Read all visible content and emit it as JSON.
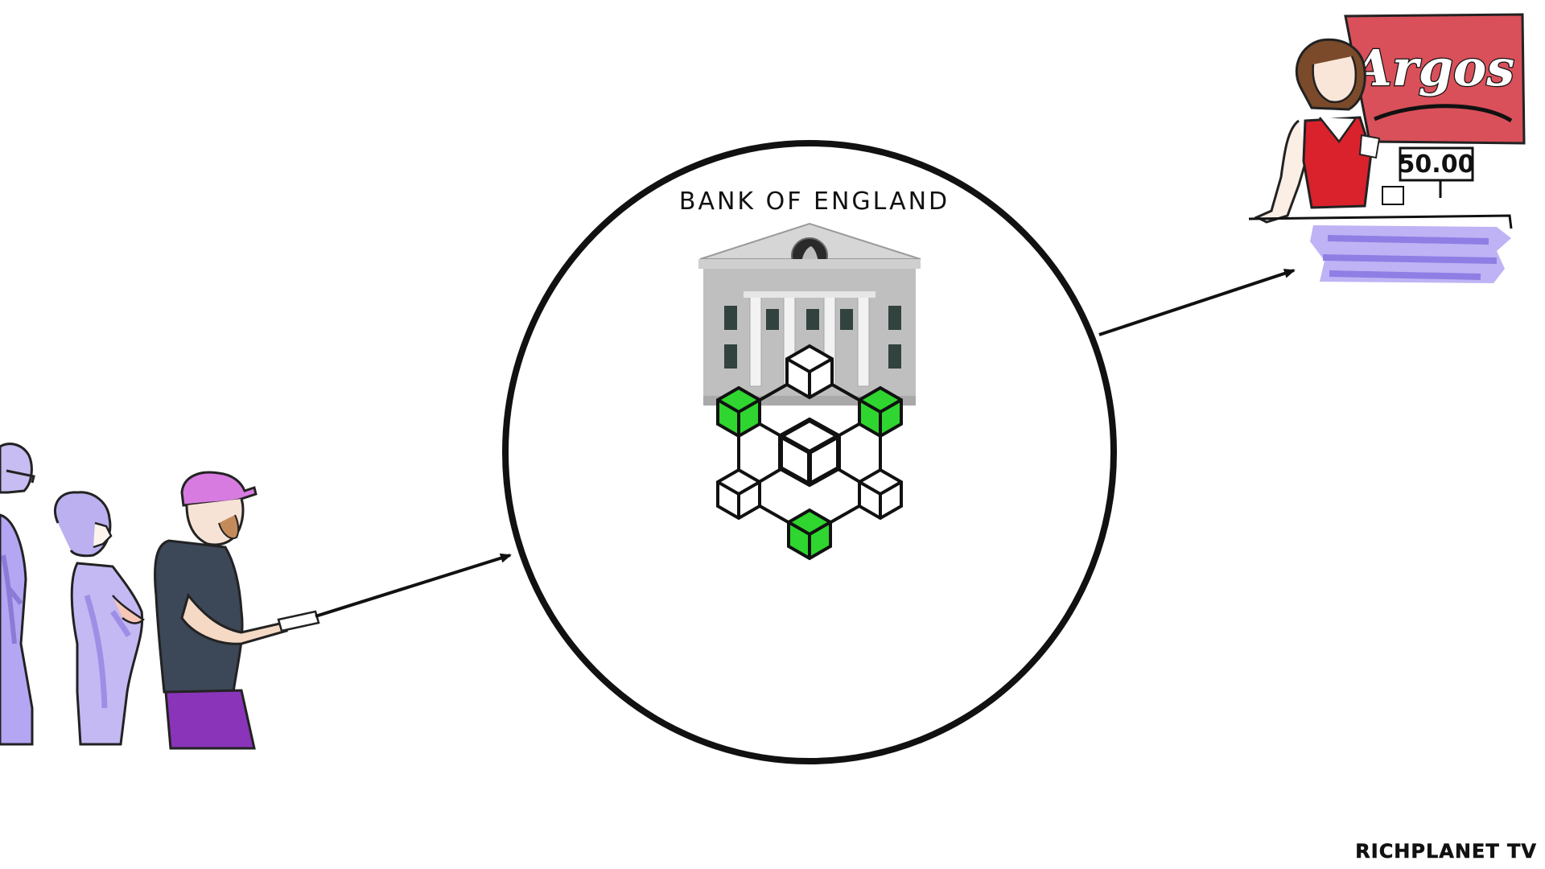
{
  "bank": {
    "title": "BANK OF ENGLAND"
  },
  "shop": {
    "sign": "Argos",
    "price": "50.00"
  },
  "watermark": {
    "text": "RICHPLANET TV"
  },
  "colors": {
    "node_green": "#2fd62f",
    "sign_red": "#d9505a",
    "shading_purple": "#a99af0",
    "cap_pink": "#d77be0",
    "shirt_navy": "#3c4757",
    "shorts_purple": "#8a34b9",
    "building_grey": "#b8b8b8"
  },
  "icons": {
    "building": "bank-building-icon",
    "network": "blockchain-network-icon"
  }
}
